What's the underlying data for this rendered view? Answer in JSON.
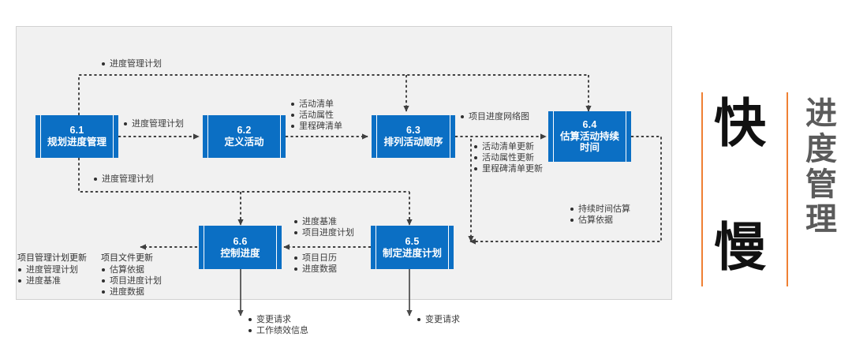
{
  "diagram": {
    "title_hidden": "",
    "processes": [
      {
        "id": "6.1",
        "num": "6.1",
        "name": "规划进度管理"
      },
      {
        "id": "6.2",
        "num": "6.2",
        "name": "定义活动"
      },
      {
        "id": "6.3",
        "num": "6.3",
        "name": "排列活动顺序"
      },
      {
        "id": "6.4",
        "num": "6.4",
        "name": "估算活动持续\n时间"
      },
      {
        "id": "6.5",
        "num": "6.5",
        "name": "制定进度计划"
      },
      {
        "id": "6.6",
        "num": "6.6",
        "name": "控制进度"
      }
    ],
    "annotations": {
      "top_feedback": {
        "items": [
          "进度管理计划"
        ]
      },
      "p1_to_p2": {
        "items": [
          "进度管理计划"
        ]
      },
      "mid_feedback": {
        "items": [
          "进度管理计划"
        ]
      },
      "p2_to_p3": {
        "items": [
          "活动清单",
          "活动属性",
          "里程碑清单"
        ]
      },
      "p3_to_p4": {
        "items": [
          "项目进度网络图"
        ]
      },
      "p3_updates": {
        "items": [
          "活动清单更新",
          "活动属性更新",
          "里程碑清单更新"
        ]
      },
      "p4_to_p5": {
        "items": [
          "持续时间估算",
          "估算依据"
        ]
      },
      "p5_to_p6_upper": {
        "items": [
          "进度基准",
          "项目进度计划"
        ]
      },
      "p5_to_p6_lower": {
        "items": [
          "项目日历",
          "进度数据"
        ]
      },
      "pm_plan_updates": {
        "header": "项目管理计划更新",
        "items": [
          "进度管理计划",
          "进度基准"
        ]
      },
      "project_doc_updates": {
        "header": "项目文件更新",
        "items": [
          "估算依据",
          "项目进度计划",
          "进度数据"
        ]
      },
      "p6_outputs": {
        "items": [
          "变更请求",
          "工作绩效信息"
        ]
      },
      "p5_outputs": {
        "items": [
          "变更请求"
        ]
      }
    }
  },
  "brand": {
    "big_top": "快",
    "big_bottom": "慢",
    "column": "进度管理",
    "accent_color": "#ef8033",
    "big_color": "#111111",
    "column_color": "#5b5b5b"
  },
  "colors": {
    "process_fill": "#0b6fc4",
    "process_text": "#ffffff",
    "panel_bg": "#f1f1f1",
    "panel_border": "#d2d2d2",
    "wire": "#3f3f3f",
    "annotation_text": "#3c3c3c"
  }
}
